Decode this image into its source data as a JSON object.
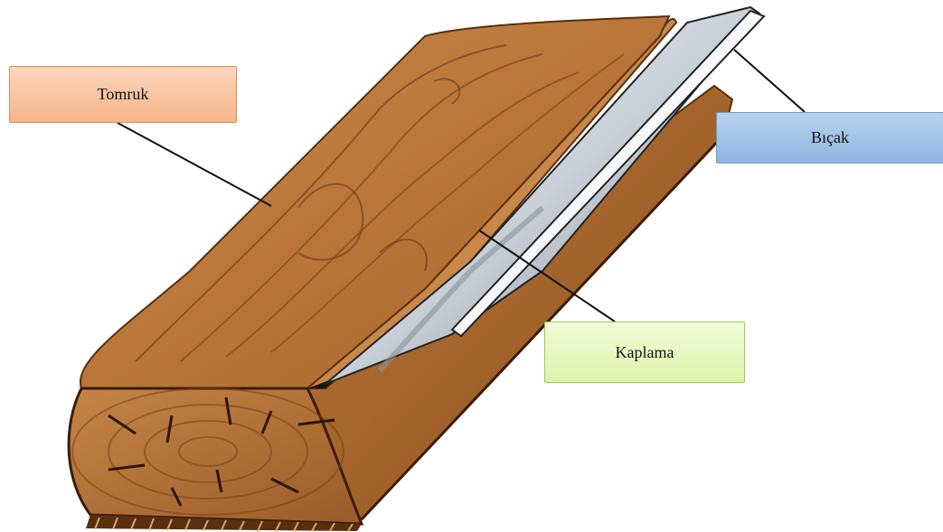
{
  "labels": {
    "tomruk": "Tomruk",
    "bicak": "Bıçak",
    "kaplama": "Kaplama"
  },
  "colors": {
    "wood_light": "#c98a4e",
    "wood_mid": "#a8642c",
    "wood_dark": "#6b3a16",
    "blade": "#e8edf2",
    "box_tomruk": "#f7b58a",
    "box_bicak": "#8fb5e0",
    "box_kaplama": "#ddf3a8"
  }
}
